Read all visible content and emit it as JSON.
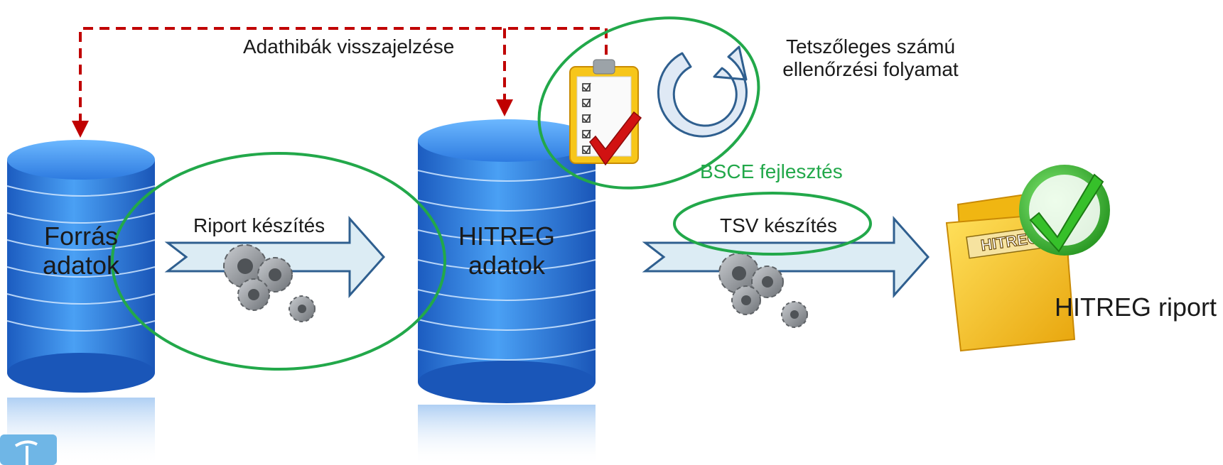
{
  "labels": {
    "feedback": "Adathibák visszajelzése",
    "check_process_line1": "Tetszőleges számú",
    "check_process_line2": "ellenőrzési folyamat",
    "bsce": "BSCE fejlesztés",
    "riport_keszites": "Riport készítés",
    "tsv_keszites": "TSV készítés",
    "source_db_line1": "Forrás",
    "source_db_line2": "adatok",
    "hitreg_db_line1": "HITREG",
    "hitreg_db_line2": "adatok",
    "hitreg_report": "HITREG riport",
    "folder_stamp": "HITREG"
  },
  "colors": {
    "feedback_arrow": "#c00000",
    "highlight_ellipse": "#22a84a",
    "bsce_text": "#22a84a",
    "process_arrow_fill": "#dcecf4",
    "process_arrow_stroke": "#2f5f8f",
    "database": "#2f7fe0",
    "folder": "#f5c21a",
    "check_mark": "#39c02f"
  },
  "icons": [
    "database-icon",
    "gears-icon",
    "clipboard-checklist-icon",
    "cycle-arrow-icon",
    "report-folder-icon",
    "check-circle-icon"
  ]
}
